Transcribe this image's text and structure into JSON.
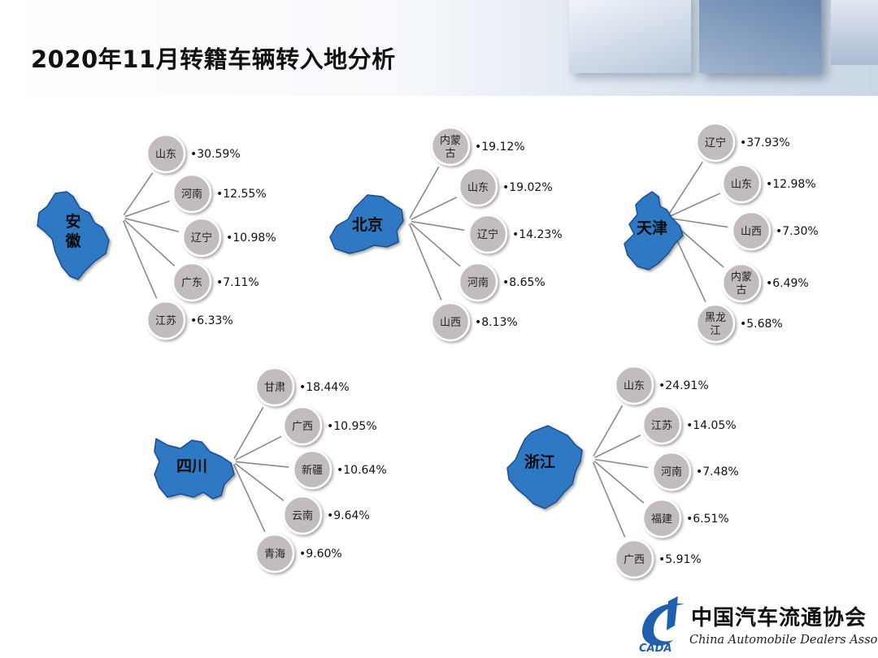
{
  "title": "2020年11月转籍车辆转入地分析",
  "colors": {
    "province_fill": "#2f78c4",
    "province_stroke": "#1c4f8a",
    "bubble_fill": "#c2bcbc",
    "bubble_stroke": "#ffffff",
    "line": "#8a8a8a"
  },
  "groups": [
    {
      "province": "安徽",
      "shape": "anhui",
      "destinations": [
        {
          "name": "山东",
          "value": "30.59%"
        },
        {
          "name": "河南",
          "value": "12.55%"
        },
        {
          "name": "辽宁",
          "value": "10.98%"
        },
        {
          "name": "广东",
          "value": "7.11%"
        },
        {
          "name": "江苏",
          "value": "6.33%"
        }
      ]
    },
    {
      "province": "北京",
      "shape": "beijing",
      "destinations": [
        {
          "name": "内蒙古",
          "value": "19.12%"
        },
        {
          "name": "山东",
          "value": "19.02%"
        },
        {
          "name": "辽宁",
          "value": "14.23%"
        },
        {
          "name": "河南",
          "value": "8.65%"
        },
        {
          "name": "山西",
          "value": "8.13%"
        }
      ]
    },
    {
      "province": "天津",
      "shape": "tianjin",
      "destinations": [
        {
          "name": "辽宁",
          "value": "37.93%"
        },
        {
          "name": "山东",
          "value": "12.98%"
        },
        {
          "name": "山西",
          "value": "7.30%"
        },
        {
          "name": "内蒙古",
          "value": "6.49%"
        },
        {
          "name": "黑龙江",
          "value": "5.68%"
        }
      ]
    },
    {
      "province": "四川",
      "shape": "sichuan",
      "destinations": [
        {
          "name": "甘肃",
          "value": "18.44%"
        },
        {
          "name": "广西",
          "value": "10.95%"
        },
        {
          "name": "新疆",
          "value": "10.64%"
        },
        {
          "name": "云南",
          "value": "9.64%"
        },
        {
          "name": "青海",
          "value": "9.60%"
        }
      ]
    },
    {
      "province": "浙江",
      "shape": "zhejiang",
      "destinations": [
        {
          "name": "山东",
          "value": "24.91%"
        },
        {
          "name": "江苏",
          "value": "14.05%"
        },
        {
          "name": "河南",
          "value": "7.48%"
        },
        {
          "name": "福建",
          "value": "6.51%"
        },
        {
          "name": "广西",
          "value": "5.91%"
        }
      ]
    }
  ],
  "logo": {
    "name_cn": "中国汽车流通协会",
    "name_en": "China Automobile Dealers Association",
    "abbr": "CADA"
  }
}
